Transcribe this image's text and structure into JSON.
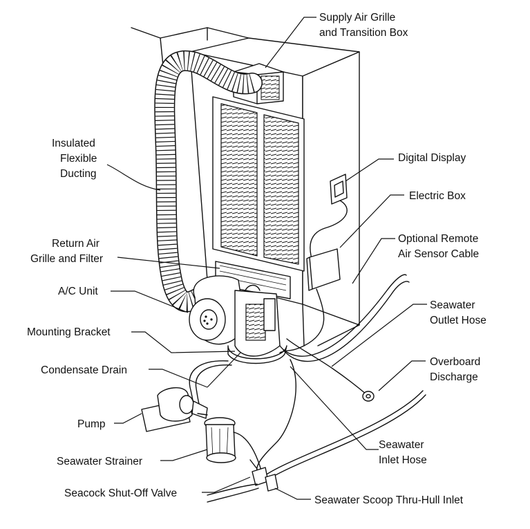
{
  "labels": {
    "supply_air_1": "Supply Air Grille",
    "supply_air_2": "and Transition Box",
    "insulated_1": "Insulated",
    "insulated_2": "Flexible",
    "insulated_3": "Ducting",
    "digital_display": "Digital Display",
    "electric_box": "Electric Box",
    "remote_sensor_1": "Optional Remote",
    "remote_sensor_2": "Air Sensor Cable",
    "return_air_1": "Return Air",
    "return_air_2": "Grille and Filter",
    "ac_unit": "A/C Unit",
    "seawater_outlet_1": "Seawater",
    "seawater_outlet_2": "Outlet Hose",
    "mounting_bracket": "Mounting Bracket",
    "overboard_1": "Overboard",
    "overboard_2": "Discharge",
    "condensate_drain": "Condensate Drain",
    "pump": "Pump",
    "seawater_inlet_1": "Seawater",
    "seawater_inlet_2": "Inlet Hose",
    "seawater_strainer": "Seawater Strainer",
    "seacock": "Seacock Shut-Off Valve",
    "scoop_inlet": "Seawater Scoop Thru-Hull Inlet"
  },
  "colors": {
    "ink": "#111111",
    "background": "#ffffff"
  }
}
